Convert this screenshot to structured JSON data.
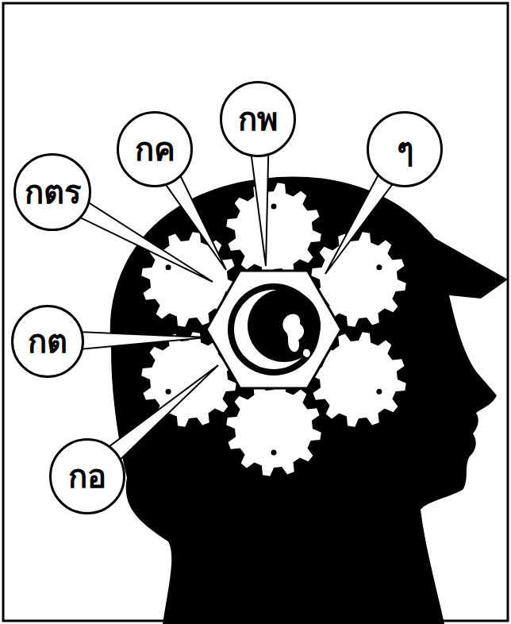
{
  "diagram": {
    "nodes": [
      {
        "text": [
          "กพ"
        ]
      },
      {
        "text": [
          "กค"
        ]
      },
      {
        "text": [
          "ๆ"
        ]
      },
      {
        "text": [
          "กตร"
        ]
      },
      {
        "text": [
          "กต"
        ]
      },
      {
        "text": [
          "กอ"
        ]
      }
    ]
  }
}
